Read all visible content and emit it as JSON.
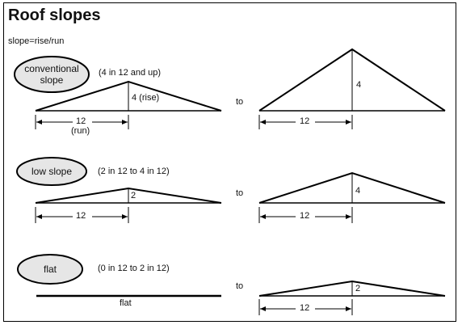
{
  "title": "Roof slopes",
  "formula": "slope=rise/run",
  "sections": [
    {
      "label_line1": "conventional",
      "label_line2": "slope",
      "range": "(4 in 12 and up)",
      "left_rise_label": "4 (rise)",
      "left_run_label": "12",
      "left_run_sub": "(run)",
      "to": "to",
      "right_rise_label": "4",
      "right_run_label": "12"
    },
    {
      "label": "low slope",
      "range": "(2 in 12 to 4 in 12)",
      "left_rise_label": "2",
      "left_run_label": "12",
      "to": "to",
      "right_rise_label": "4",
      "right_run_label": "12"
    },
    {
      "label": "flat",
      "range": "(0 in 12 to 2 in 12)",
      "left_label": "flat",
      "to": "to",
      "right_rise_label": "2",
      "right_run_label": "12"
    }
  ],
  "colors": {
    "ellipse_fill": "#e6e6e6",
    "stroke": "#000000"
  }
}
